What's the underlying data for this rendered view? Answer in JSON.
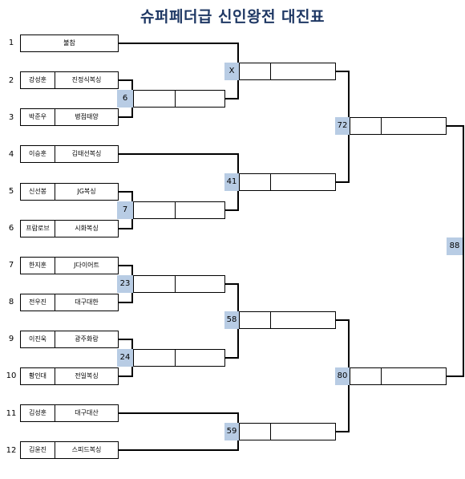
{
  "title": "슈퍼페더급 신인왕전 대진표",
  "entrants": [
    {
      "seed": "1",
      "name": "",
      "team": "불참"
    },
    {
      "seed": "2",
      "name": "강성훈",
      "team": "진정식복싱"
    },
    {
      "seed": "3",
      "name": "박준우",
      "team": "병점태양"
    },
    {
      "seed": "4",
      "name": "이승훈",
      "team": "김태선복싱"
    },
    {
      "seed": "5",
      "name": "신선봉",
      "team": "JG복싱"
    },
    {
      "seed": "6",
      "name": "프람로브",
      "team": "시화복싱"
    },
    {
      "seed": "7",
      "name": "한지훈",
      "team": "J다이어트"
    },
    {
      "seed": "8",
      "name": "전우진",
      "team": "대구대한"
    },
    {
      "seed": "9",
      "name": "이진욱",
      "team": "광주화랑"
    },
    {
      "seed": "10",
      "name": "황인대",
      "team": "전일복싱"
    },
    {
      "seed": "11",
      "name": "김성훈",
      "team": "대구대산"
    },
    {
      "seed": "12",
      "name": "김윤진",
      "team": "스피드복싱"
    }
  ],
  "matches": {
    "m6": "6",
    "m7": "7",
    "m23": "23",
    "m24": "24",
    "mX": "X",
    "m41": "41",
    "m58": "58",
    "m59": "59",
    "m72": "72",
    "m80": "80",
    "m88": "88"
  }
}
